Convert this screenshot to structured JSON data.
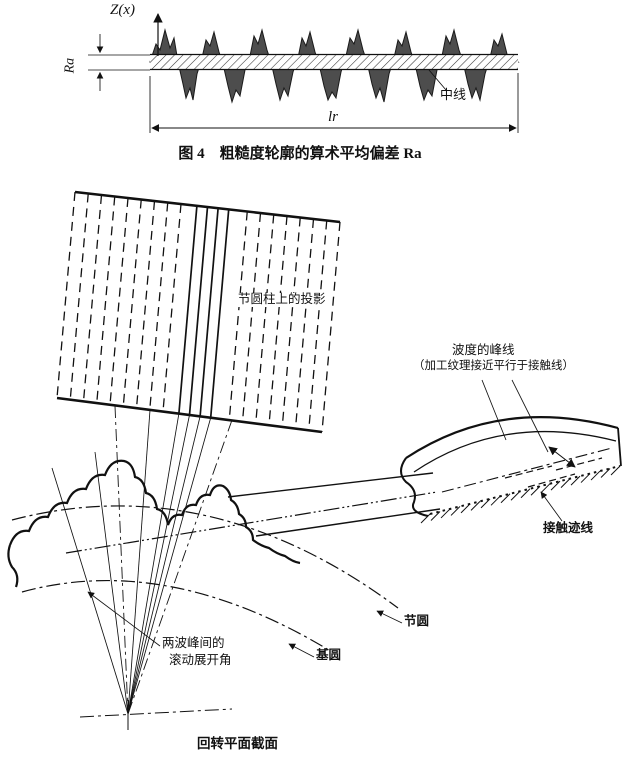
{
  "figure1": {
    "axis_label": "Z(x)",
    "ra_label": "Ra",
    "centerline_label": "中线",
    "length_label": "lr",
    "caption": "图 4　粗糙度轮廓的算术平均偏差 Ra"
  },
  "figure2": {
    "projection_label": "节圆柱上的投影",
    "crest_label_line1": "波度的峰线",
    "crest_label_line2": "（加工纹理接近平行于接触线）",
    "contact_trace_label": "接触迹线",
    "pitch_circle_label": "节圆",
    "base_circle_label": "基圆",
    "rolling_angle_line1": "两波峰间的",
    "rolling_angle_line2": "滚动展开角",
    "caption": "回转平面截面"
  },
  "colors": {
    "ink": "#111111",
    "paper": "#ffffff",
    "profile_fill": "#4d4d4d"
  }
}
